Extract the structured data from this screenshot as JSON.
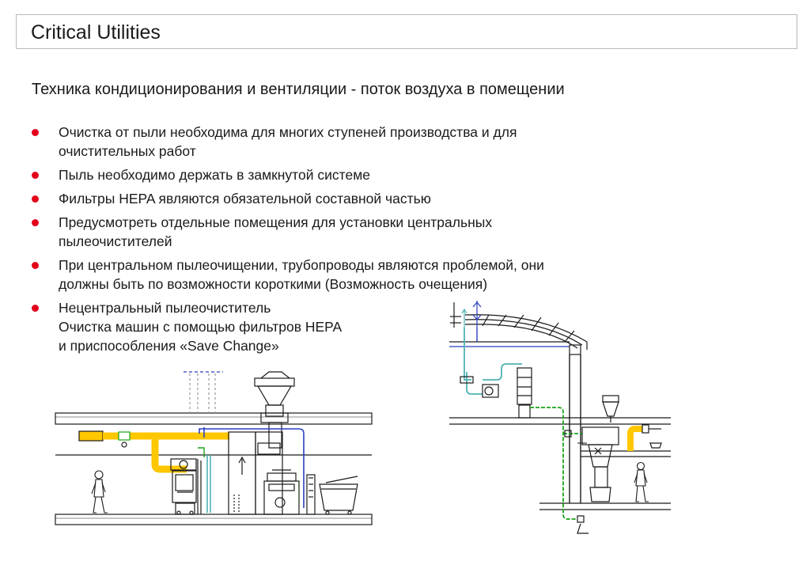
{
  "header": {
    "title": "Critical Utilities"
  },
  "subtitle": "Техника кондиционирования и вентиляции - поток воздуха в помещении",
  "bullets": [
    {
      "lines": [
        "Очистка от пыли необходима для многих ступеней производства и для",
        "очистительных работ"
      ]
    },
    {
      "lines": [
        "Пыль необходимо держать в замкнутой системе"
      ]
    },
    {
      "lines": [
        "Фильтры HEPA являются обязательной составной частью"
      ]
    },
    {
      "lines": [
        "Предусмотреть отдельные помещения для установки центральных",
        "пылеочистителей"
      ]
    },
    {
      "lines": [
        "При центральном пылеочищении, трубопроводы являются проблемой, они",
        "должны быть по возможности короткими (Возможность очещения)"
      ]
    },
    {
      "lines": [
        "Нецентральный пылеочиститель",
        "Очистка машин с помощью фильтров HEPA",
        "и приспособления «Save Change»"
      ]
    }
  ],
  "colors": {
    "bullet": "#e3001b",
    "duct_yellow": "#ffc700",
    "pipe_blue": "#2b3fbf",
    "pipe_green": "#19a319",
    "pipe_cyan": "#4fb3b3",
    "line": "#1a1a1a"
  }
}
